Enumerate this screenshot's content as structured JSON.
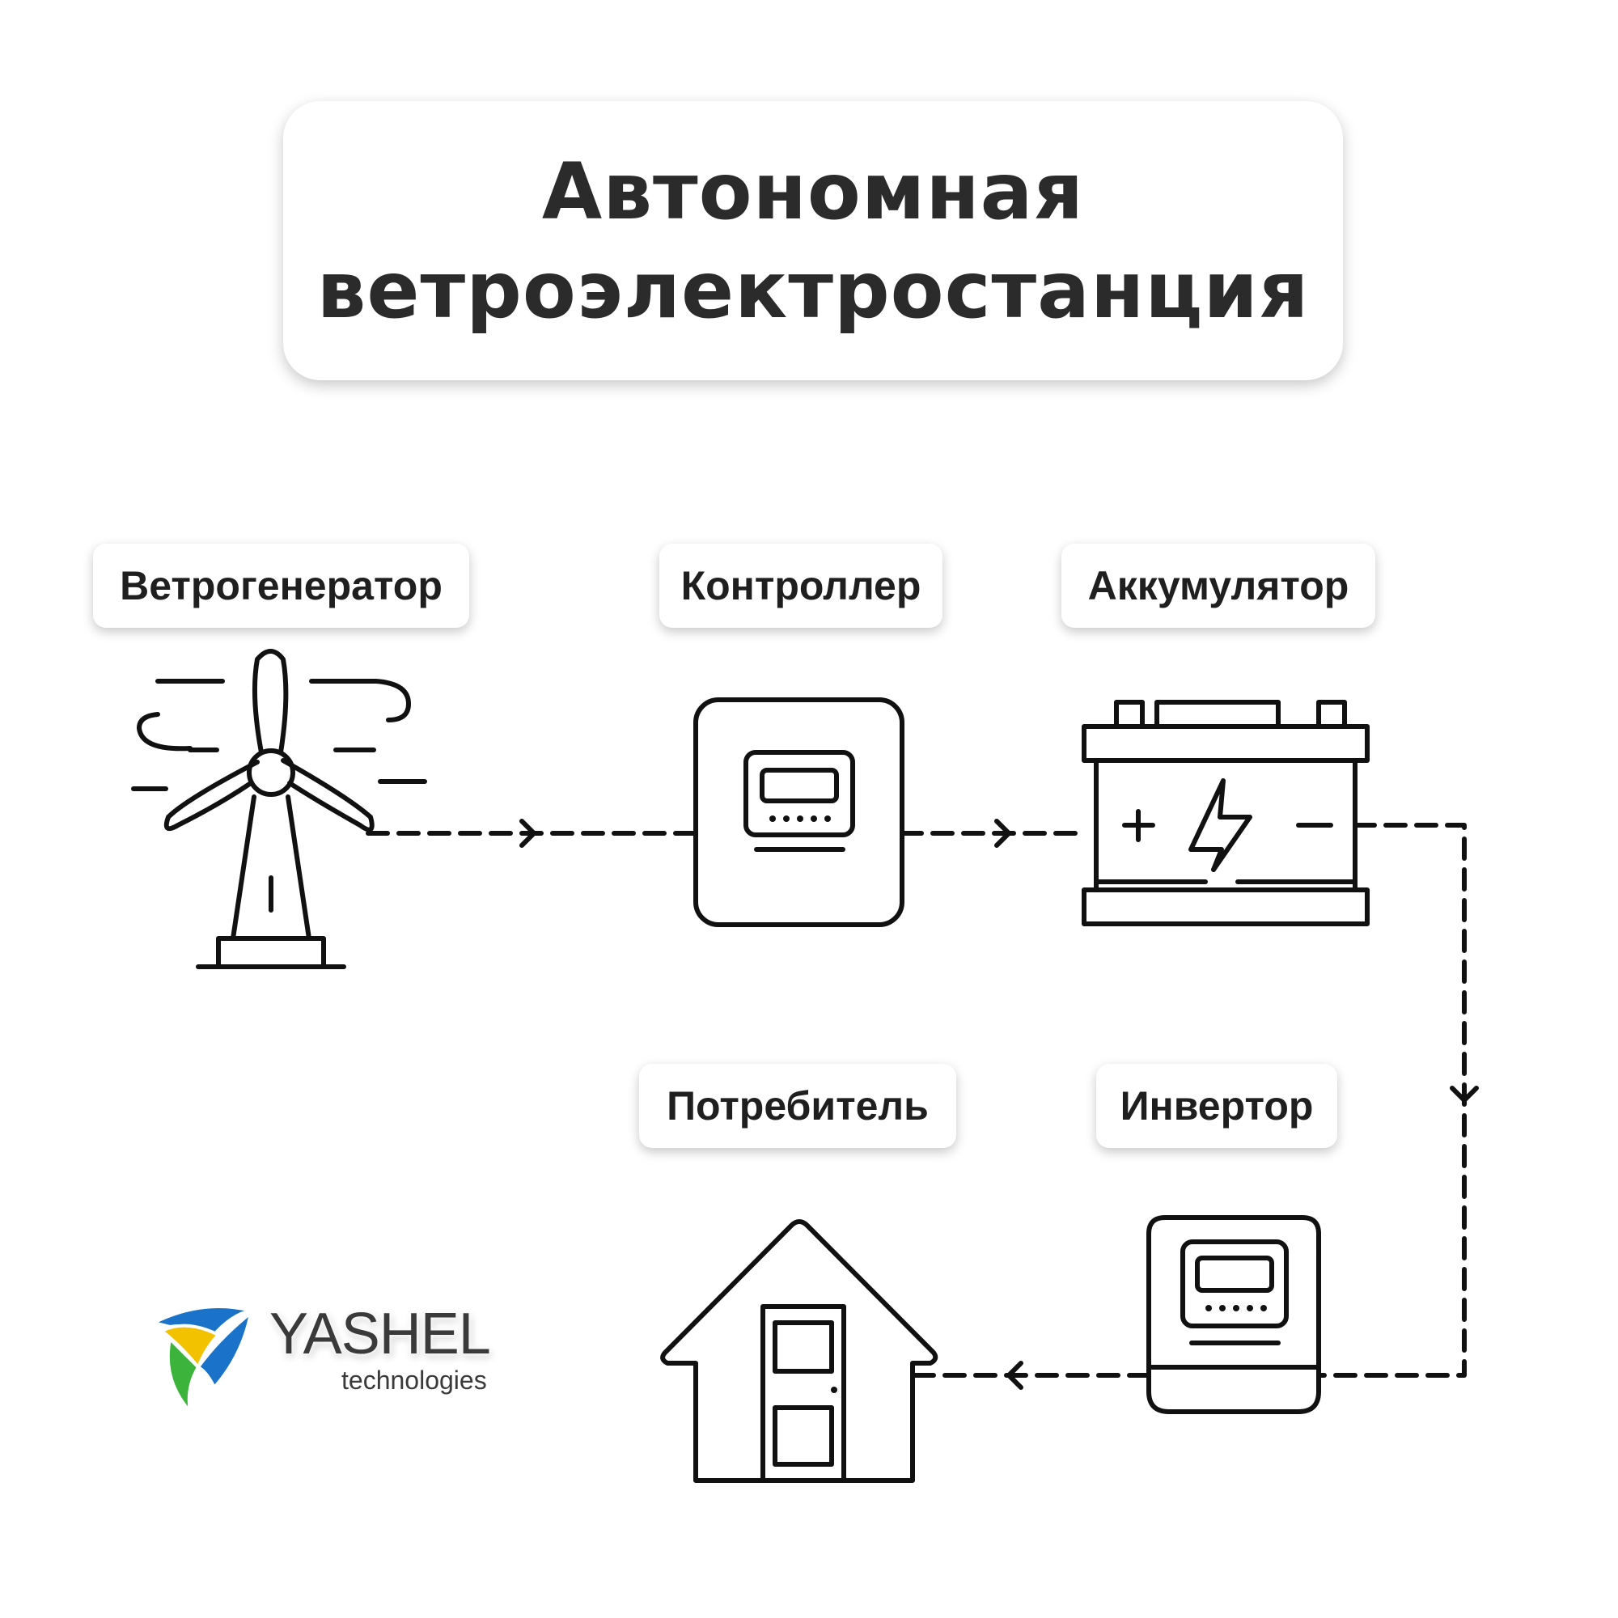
{
  "title": {
    "line1": "Автономная",
    "line2": "ветроэлектростанция"
  },
  "nodes": {
    "wind_generator": "Ветрогенератор",
    "controller": "Контроллер",
    "battery": "Аккумулятор",
    "consumer": "Потребитель",
    "inverter": "Инвертор"
  },
  "battery_marks": {
    "plus": "+",
    "minus": "−"
  },
  "logo": {
    "word": "YASHEL",
    "sub": "technologies",
    "colors": [
      "#1a73c9",
      "#f2c200",
      "#3cb43c"
    ]
  },
  "colors": {
    "line": "#111111",
    "title_text": "#2b2b2b"
  }
}
